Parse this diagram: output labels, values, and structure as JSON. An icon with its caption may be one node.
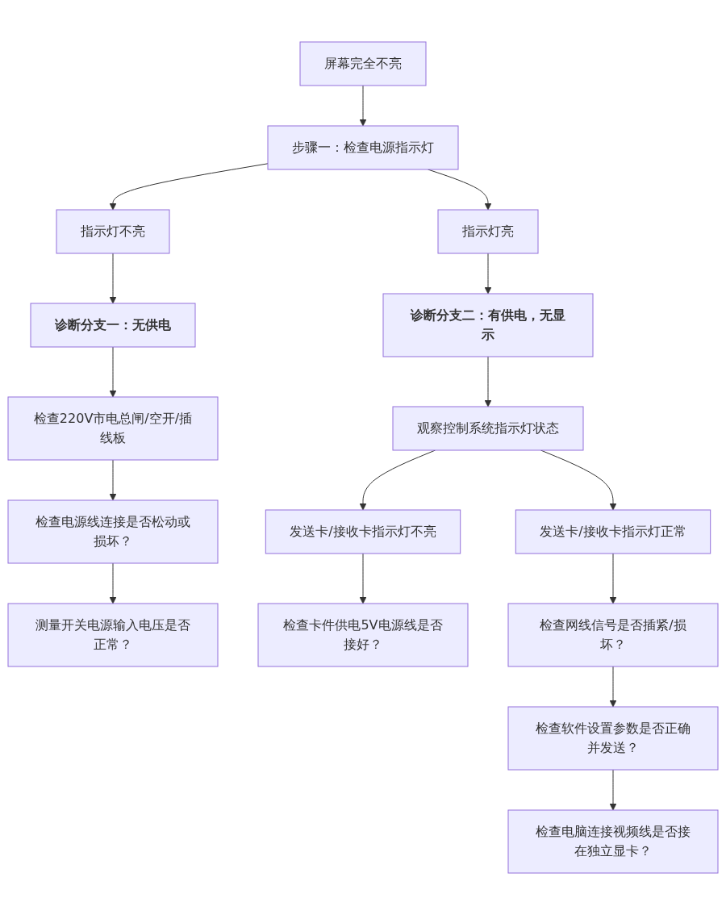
{
  "diagram": {
    "nodes": [
      {
        "text": [
          "屏幕完全不亮"
        ]
      },
      {
        "text": [
          "步骤一：检查电源指示灯"
        ]
      },
      {
        "text": [
          "指示灯不亮"
        ]
      },
      {
        "text": [
          "指示灯亮"
        ]
      },
      {
        "text": [
          "诊断分支一：无供电"
        ]
      },
      {
        "text": [
          "诊断分支二：有供电，无显示"
        ]
      },
      {
        "text": [
          "检查220V市电总闸/空开/插线板"
        ]
      },
      {
        "text": [
          "观察控制系统指示灯状态"
        ]
      },
      {
        "text": [
          "检查电源线连接是否松动或损坏？"
        ]
      },
      {
        "text": [
          "发送卡/接收卡指示灯不亮"
        ]
      },
      {
        "text": [
          "发送卡/接收卡指示灯正常"
        ]
      },
      {
        "text": [
          "测量开关电源输入电压是否正常？"
        ]
      },
      {
        "text": [
          "检查卡件供电5V电源线是否接好？"
        ]
      },
      {
        "text": [
          "检查网线信号是否插紧/损坏？"
        ]
      },
      {
        "text": [
          "检查软件设置参数是否正确并发送？"
        ]
      },
      {
        "text": [
          "检查电脑连接视频线是否接在独立显卡？"
        ]
      }
    ],
    "edges": [
      {
        "from": 0,
        "to": 1,
        "arrow": "to"
      },
      {
        "from": 1,
        "to": 2,
        "arrow": "to"
      },
      {
        "from": 1,
        "to": 3,
        "arrow": "to"
      },
      {
        "from": 2,
        "to": 4,
        "arrow": "to"
      },
      {
        "from": 3,
        "to": 5,
        "arrow": "to"
      },
      {
        "from": 4,
        "to": 6,
        "arrow": "to"
      },
      {
        "from": 5,
        "to": 7,
        "arrow": "to"
      },
      {
        "from": 6,
        "to": 8,
        "arrow": "to"
      },
      {
        "from": 7,
        "to": 9,
        "arrow": "to"
      },
      {
        "from": 7,
        "to": 10,
        "arrow": "to"
      },
      {
        "from": 8,
        "to": 11,
        "arrow": "to"
      },
      {
        "from": 9,
        "to": 12,
        "arrow": "to"
      },
      {
        "from": 10,
        "to": 13,
        "arrow": "to"
      },
      {
        "from": 13,
        "to": 14,
        "arrow": "to"
      },
      {
        "from": 14,
        "to": 15,
        "arrow": "to"
      }
    ]
  }
}
